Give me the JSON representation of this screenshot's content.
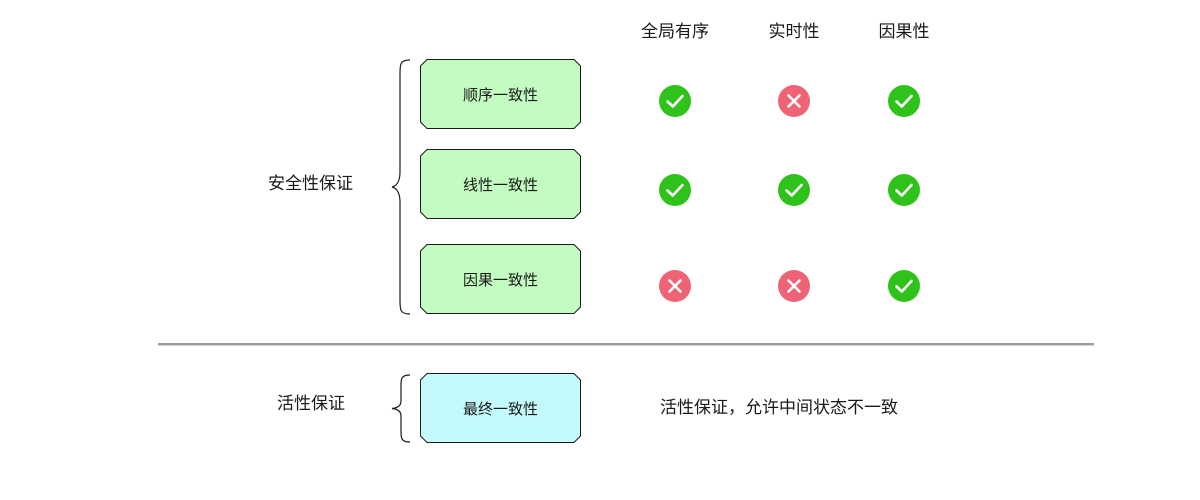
{
  "headers": [
    "全局有序",
    "实时性",
    "因果性"
  ],
  "groups": {
    "safety": "安全性保证",
    "liveness": "活性保证"
  },
  "rows": [
    {
      "label": "顺序一致性",
      "marks": [
        true,
        false,
        true
      ]
    },
    {
      "label": "线性一致性",
      "marks": [
        true,
        true,
        true
      ]
    },
    {
      "label": "因果一致性",
      "marks": [
        false,
        false,
        true
      ]
    }
  ],
  "eventual": {
    "label": "最终一致性",
    "note": "活性保证，允许中间状态不一致"
  },
  "colors": {
    "safety_box_fill": "#c2fcc0",
    "liveness_box_fill": "#c4fafb",
    "check": "#2fc21b",
    "cross": "#ee6476"
  },
  "icons": {
    "check": "check-circle-icon",
    "cross": "cross-circle-icon"
  }
}
